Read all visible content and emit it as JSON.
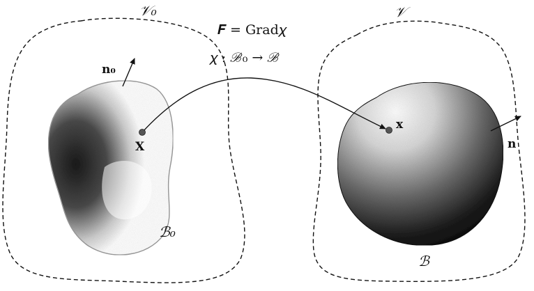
{
  "labels": {
    "volume_ref": "𝒱₀",
    "volume_cur": "𝒱",
    "formula_F": "𝑭 = Grad𝜒",
    "formula_map": "𝜒 : ℬ₀ → ℬ",
    "normal_ref": "n₀",
    "normal_cur": "n",
    "point_ref": "X",
    "point_cur": "x",
    "body_ref": "ℬ₀",
    "body_cur": "ℬ"
  },
  "colors": {
    "ink": "#111111",
    "body_light": "#ffffff",
    "body_dark": "#0a0a0a",
    "outline_ref": "#9a9a9a",
    "point": "#555555"
  }
}
